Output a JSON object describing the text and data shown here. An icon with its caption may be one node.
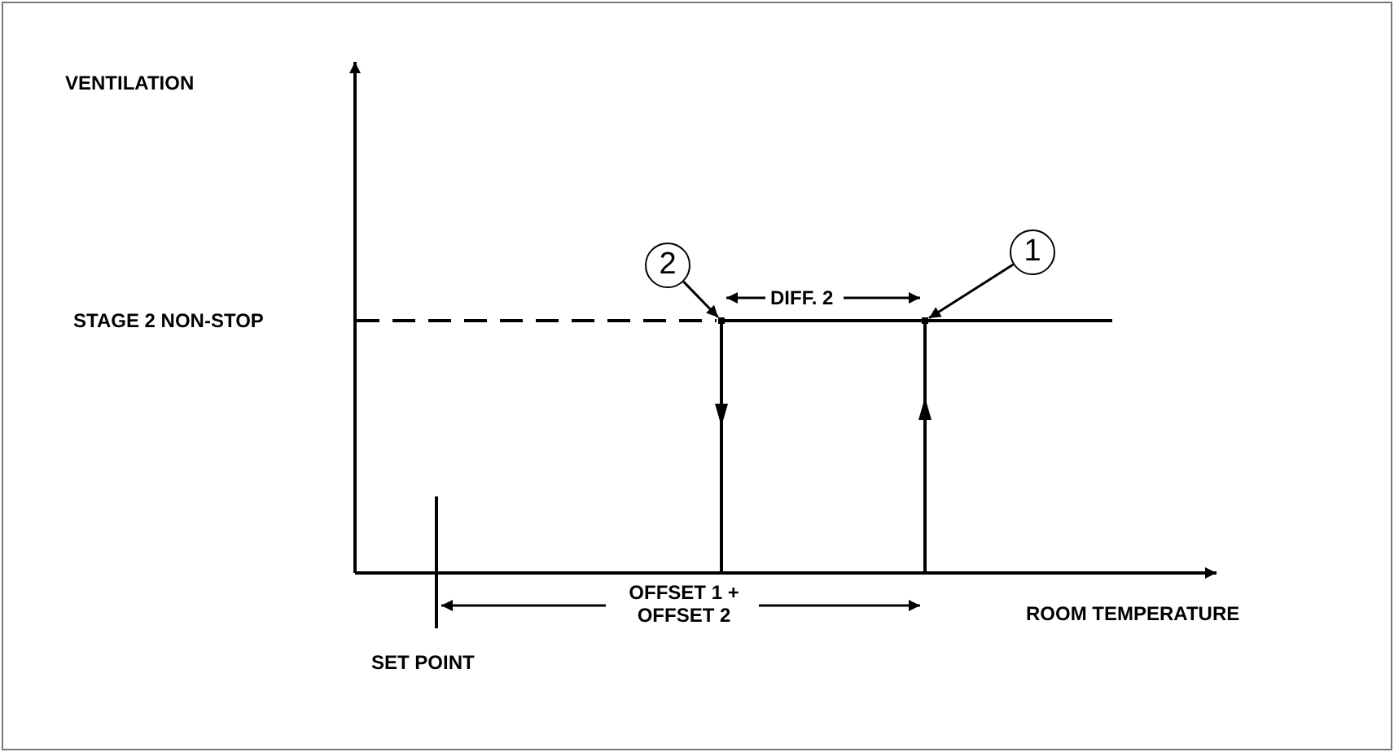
{
  "diagram": {
    "nodes": [
      {
        "text": [
          "2"
        ]
      },
      {
        "text": [
          "1"
        ]
      },
      {
        "text": [],
        "shape": "point"
      },
      {
        "text": [],
        "shape": "point"
      }
    ],
    "edges": [
      {
        "from": 0,
        "to": 2,
        "arrow": "to"
      },
      {
        "from": 1,
        "to": 3,
        "arrow": "to"
      }
    ],
    "labels": [
      "VENTILATION",
      "DIFF. 2",
      "STAGE 2 NON-STOP",
      "OFFSET 1 + OFFSET 2",
      "ROOM TEMPERATURE",
      "SET POINT"
    ]
  }
}
